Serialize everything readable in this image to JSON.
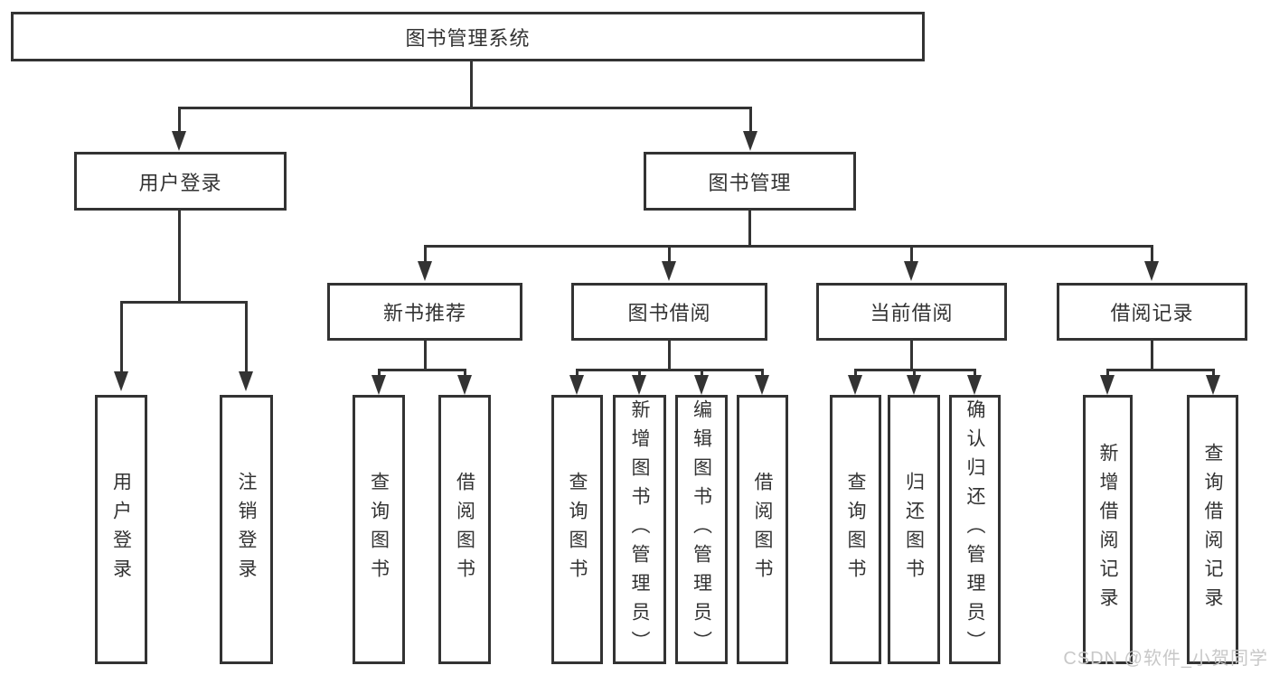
{
  "root": {
    "label": "图书管理系统"
  },
  "user_login": {
    "label": "用户登录",
    "children": [
      {
        "label": "用户登录"
      },
      {
        "label": "注销登录"
      }
    ]
  },
  "book_management": {
    "label": "图书管理",
    "modules": [
      {
        "label": "新书推荐",
        "children": [
          {
            "label": "查询图书"
          },
          {
            "label": "借阅图书"
          }
        ]
      },
      {
        "label": "图书借阅",
        "children": [
          {
            "label": "查询图书"
          },
          {
            "label": "新增图书（管理员）"
          },
          {
            "label": "编辑图书（管理员）"
          },
          {
            "label": "借阅图书"
          }
        ]
      },
      {
        "label": "当前借阅",
        "children": [
          {
            "label": "查询图书"
          },
          {
            "label": "归还图书"
          },
          {
            "label": "确认归还（管理员）"
          }
        ]
      },
      {
        "label": "借阅记录",
        "children": [
          {
            "label": "新增借阅记录"
          },
          {
            "label": "查询借阅记录"
          }
        ]
      }
    ]
  },
  "watermark": {
    "label": "CSDN @软件_小贺同学"
  },
  "colors": {
    "line": "#333333",
    "text": "#333333",
    "box_border": "#333333",
    "box_background": "#ffffff",
    "page_background": "#ffffff",
    "watermark": "#c8c8c8"
  }
}
